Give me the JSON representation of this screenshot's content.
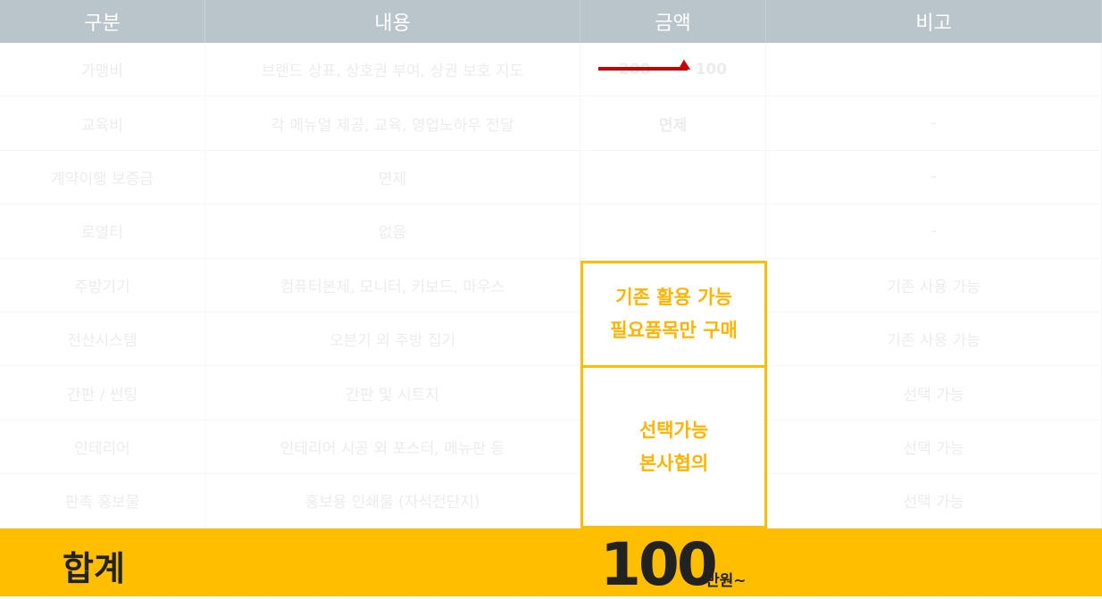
{
  "header": [
    "구분",
    "내용",
    "금액",
    "비고"
  ],
  "rows": [
    {
      "category": "가맹비",
      "content": "브랜드 상표, 상호권 부여, 상권 보호 지도",
      "amount_old": "200",
      "amount": "100",
      "note": ""
    },
    {
      "category": "교육비",
      "content": "각 메뉴얼 제공, 교육, 영업노하우 전달",
      "amount": "면제",
      "note": "-"
    },
    {
      "category": "계약이행 보증금",
      "content": "면제",
      "amount": "",
      "note": "-"
    },
    {
      "category": "로열티",
      "content": "없음",
      "amount": "",
      "note": "-"
    },
    {
      "category": "주방기기",
      "content": "컴퓨터본체, 모니터, 키보드, 마우스",
      "note": "기존 사용 가능"
    },
    {
      "category": "전산시스템",
      "content": "오븐기 외 주방 집기",
      "note": "기존 사용 가능"
    },
    {
      "category": "간판 / 썬팅",
      "content": "간판 및 시트지",
      "note": "선택 가능"
    },
    {
      "category": "인테리어",
      "content": "인테리어 시공 외 포스터, 메뉴판 등",
      "note": "선택 가능"
    },
    {
      "category": "판촉 홍보물",
      "content": "홍보용 인쇄물 (자석전단지)",
      "note": "선택 가능"
    }
  ],
  "box1": [
    "기존 활용 가능",
    "필요품목만 구매"
  ],
  "box2": [
    "선택가능",
    "본사협의"
  ],
  "footer": {
    "label": "합계",
    "total": "100",
    "unit": "만원~"
  },
  "colors": {
    "header": "#b9c5cb",
    "accent": "#ffbf00",
    "arrow": "#c80000"
  }
}
